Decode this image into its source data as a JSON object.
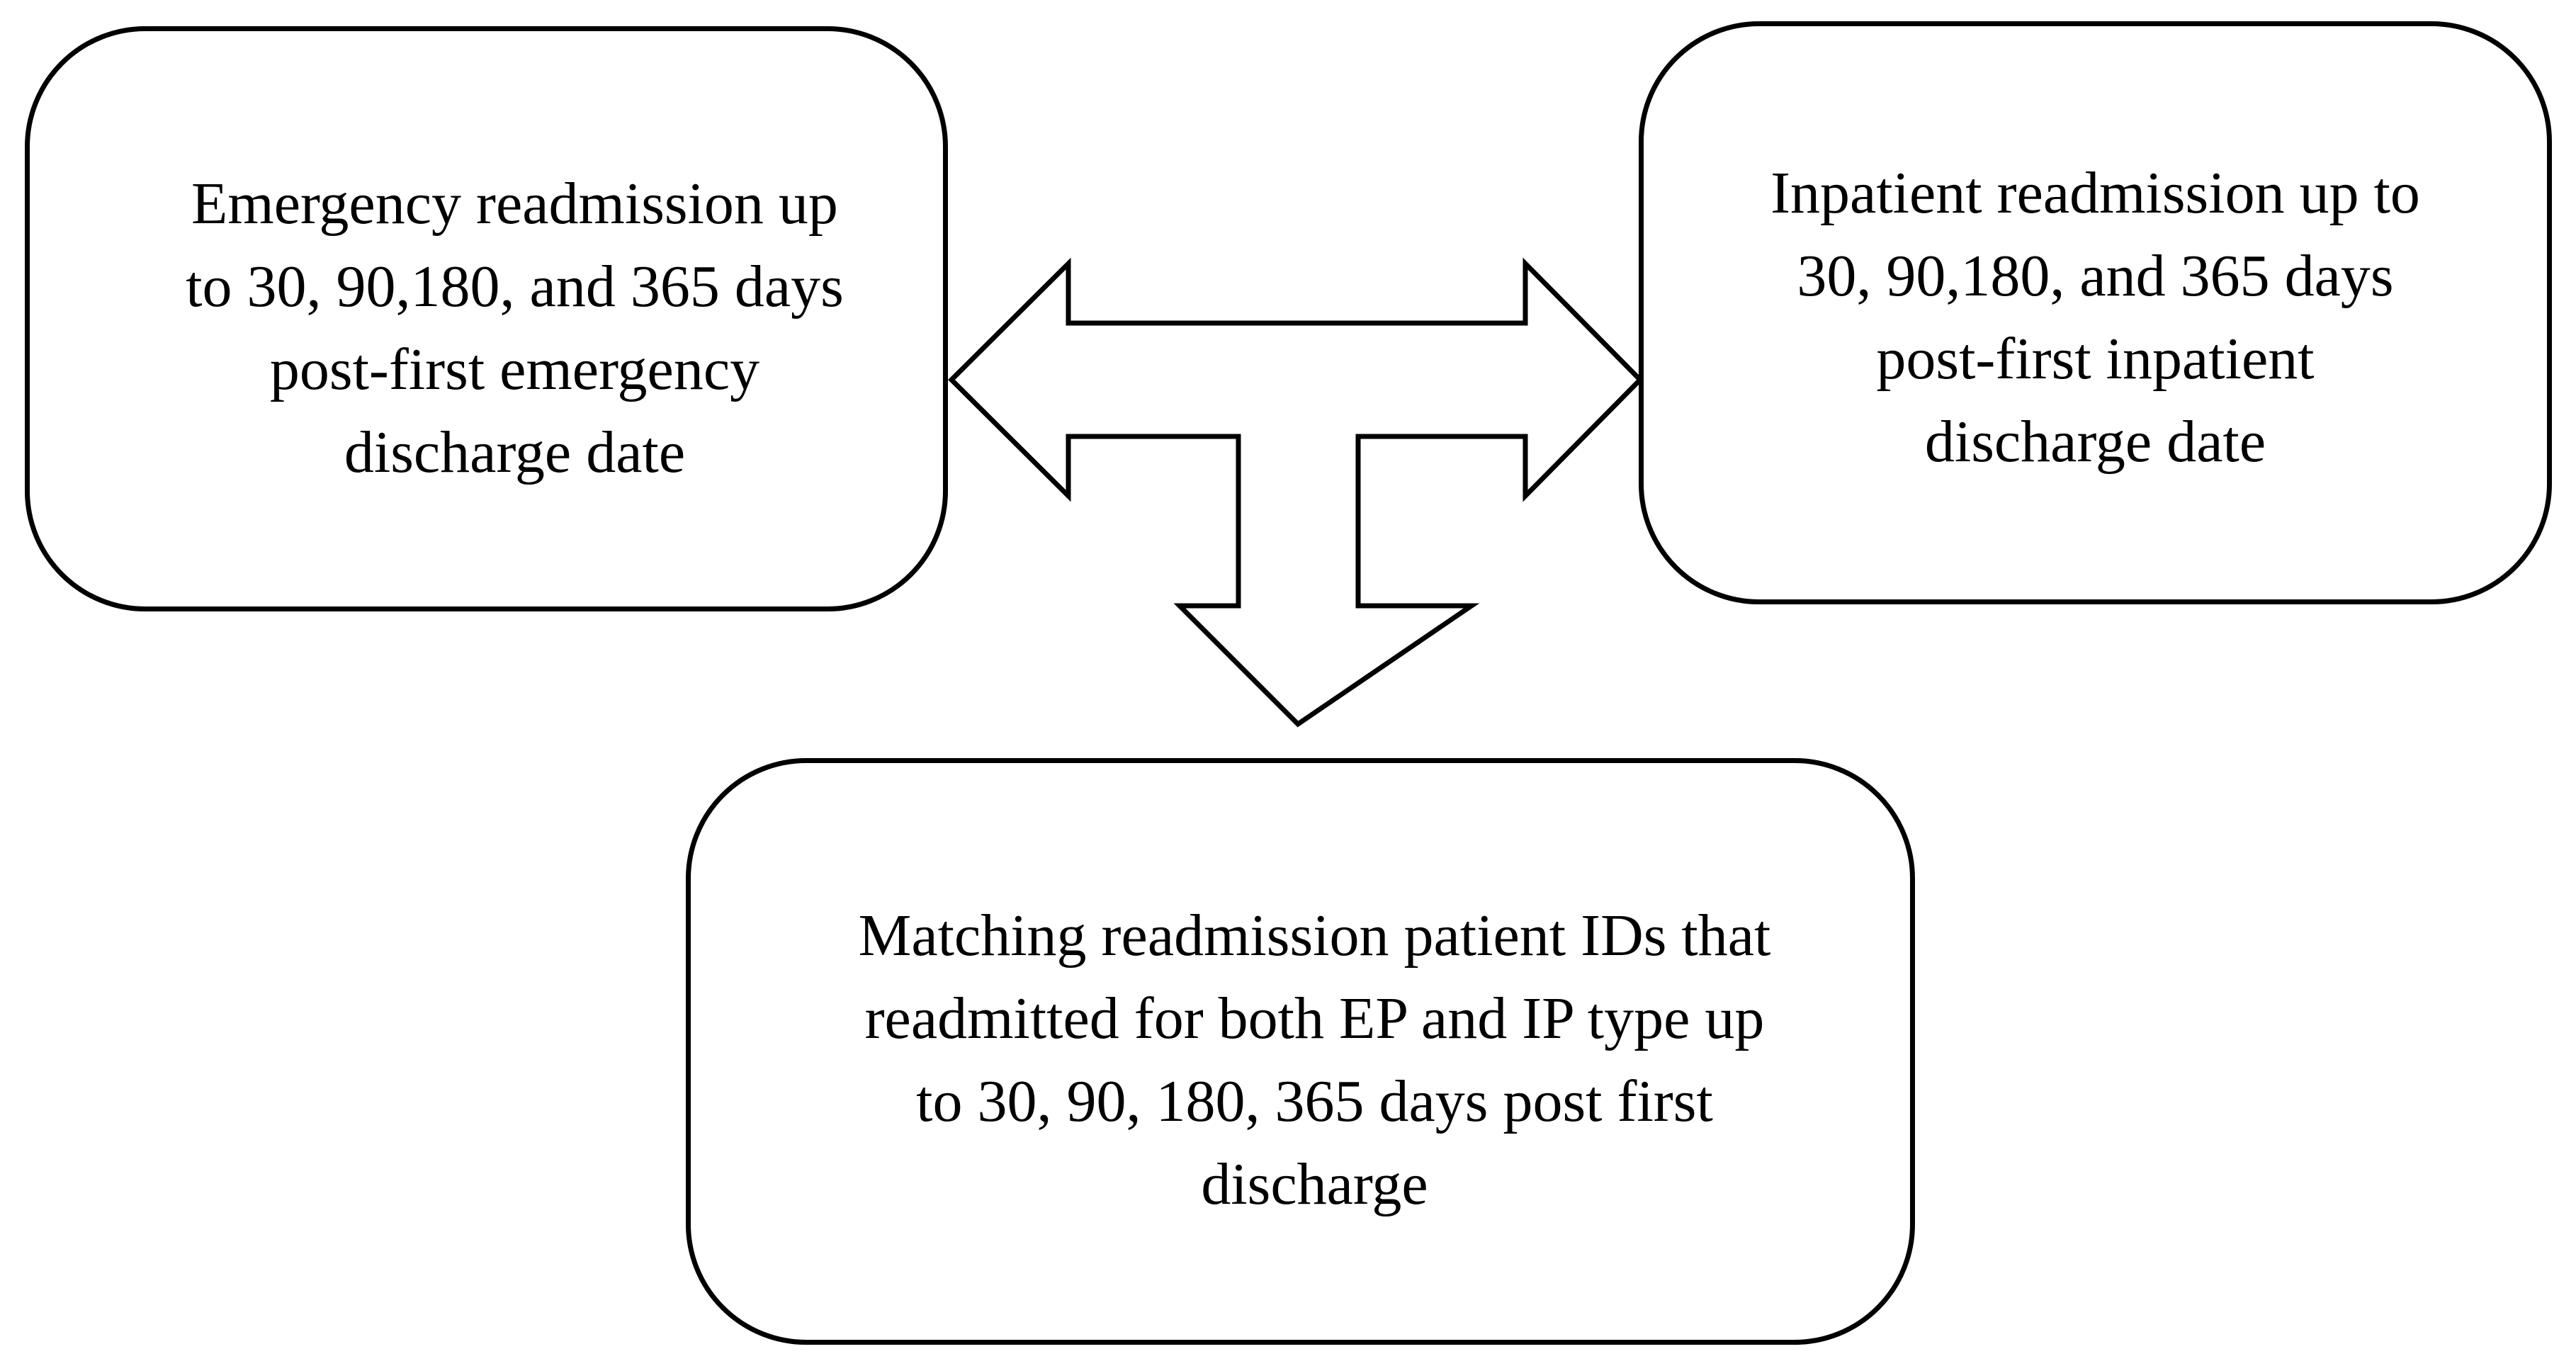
{
  "boxes": {
    "emergency": "Emergency readmission up\nto 30, 90,180, and 365 days\npost-first emergency\ndischarge date",
    "inpatient": "Inpatient readmission up to\n30, 90,180, and 365 days\npost-first inpatient\ndischarge date",
    "matching": "Matching readmission patient IDs that\nreadmitted for both EP and IP type up\nto 30, 90, 180, 365 days post first\ndischarge"
  },
  "colors": {
    "stroke": "#000000",
    "fill": "#ffffff"
  },
  "icons": {
    "connector": "three-way-block-arrow-icon"
  }
}
